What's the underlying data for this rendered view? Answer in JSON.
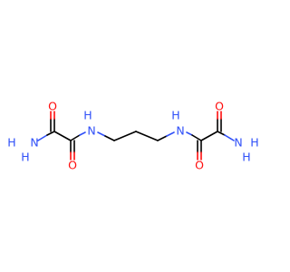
{
  "colors": {
    "background": "#ffffff",
    "carbon_bond": "#000000",
    "nitrogen": "#3050f8",
    "oxygen": "#ff0d0d"
  },
  "atoms": {
    "o_left": "O",
    "h_left_nh": "H",
    "n_left_nh": "N",
    "n_left_amide": "N",
    "h_left_amide1": "H",
    "h_left_amide2": "H",
    "o_left_lower": "O",
    "h_right_nh": "H",
    "n_right_nh": "N",
    "o_right": "O",
    "n_right_amide": "N",
    "h_right_amide1": "H",
    "h_right_amide2": "H",
    "o_right_lower": "O"
  }
}
